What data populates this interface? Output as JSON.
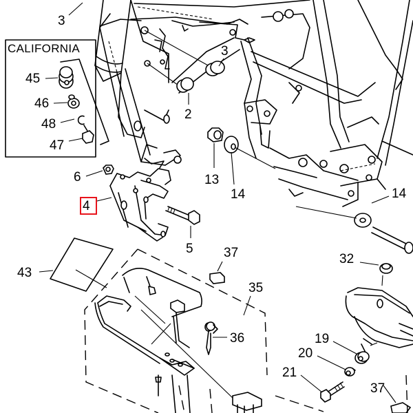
{
  "diagram": {
    "type": "exploded parts diagram",
    "inset_box": {
      "title": "CALIFORNIA",
      "callouts": [
        "45",
        "46",
        "48",
        "47"
      ]
    },
    "callouts": [
      {
        "id": "c3a",
        "label": "3"
      },
      {
        "id": "c3b",
        "label": "3"
      },
      {
        "id": "c2",
        "label": "2"
      },
      {
        "id": "c6",
        "label": "6"
      },
      {
        "id": "c4",
        "label": "4",
        "highlighted": true
      },
      {
        "id": "c5",
        "label": "5"
      },
      {
        "id": "c13",
        "label": "13"
      },
      {
        "id": "c14a",
        "label": "14"
      },
      {
        "id": "c14b",
        "label": "14"
      },
      {
        "id": "c32",
        "label": "32"
      },
      {
        "id": "c37a",
        "label": "37"
      },
      {
        "id": "c35",
        "label": "35"
      },
      {
        "id": "c43",
        "label": "43"
      },
      {
        "id": "c36",
        "label": "36"
      },
      {
        "id": "c19",
        "label": "19"
      },
      {
        "id": "c20",
        "label": "20"
      },
      {
        "id": "c21",
        "label": "21"
      },
      {
        "id": "c37b",
        "label": "37"
      }
    ],
    "highlight_color": "#e8141c"
  }
}
